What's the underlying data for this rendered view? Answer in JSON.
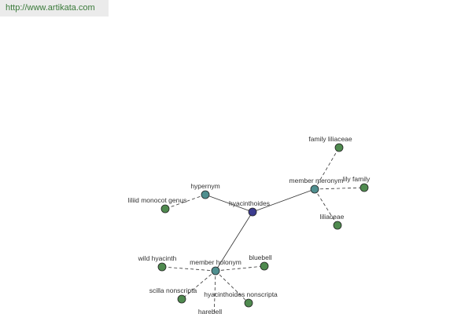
{
  "watermark": {
    "url": "http://www.artikata.com"
  },
  "colors": {
    "center": "#3b3b8f",
    "relation": "#4f8f8f",
    "leaf": "#4f8a4f",
    "edge": "#333333",
    "stroke": "#222222"
  },
  "graph": {
    "center": {
      "id": "hyacinthoides",
      "label": "hyacinthoides"
    },
    "relations": [
      {
        "id": "hypernym",
        "label": "hypernym",
        "children": [
          {
            "id": "liliid-monocot-genus",
            "label": "liliid monocot genus"
          }
        ]
      },
      {
        "id": "member-meronym",
        "label": "member meronym",
        "children": [
          {
            "id": "family-liliaceae",
            "label": "family liliaceae"
          },
          {
            "id": "lily-family",
            "label": "lily family"
          },
          {
            "id": "liliaceae",
            "label": "liliaceae"
          }
        ]
      },
      {
        "id": "member-holonym",
        "label": "member holonym",
        "children": [
          {
            "id": "wild-hyacinth",
            "label": "wild hyacinth"
          },
          {
            "id": "bluebell",
            "label": "bluebell"
          },
          {
            "id": "scilla-nonscripta",
            "label": "scilla nonscripta"
          },
          {
            "id": "hyacinthoides-nonscripta",
            "label": "hyacinthoides nonscripta"
          },
          {
            "id": "harebell",
            "label": "harebell"
          }
        ]
      }
    ]
  }
}
